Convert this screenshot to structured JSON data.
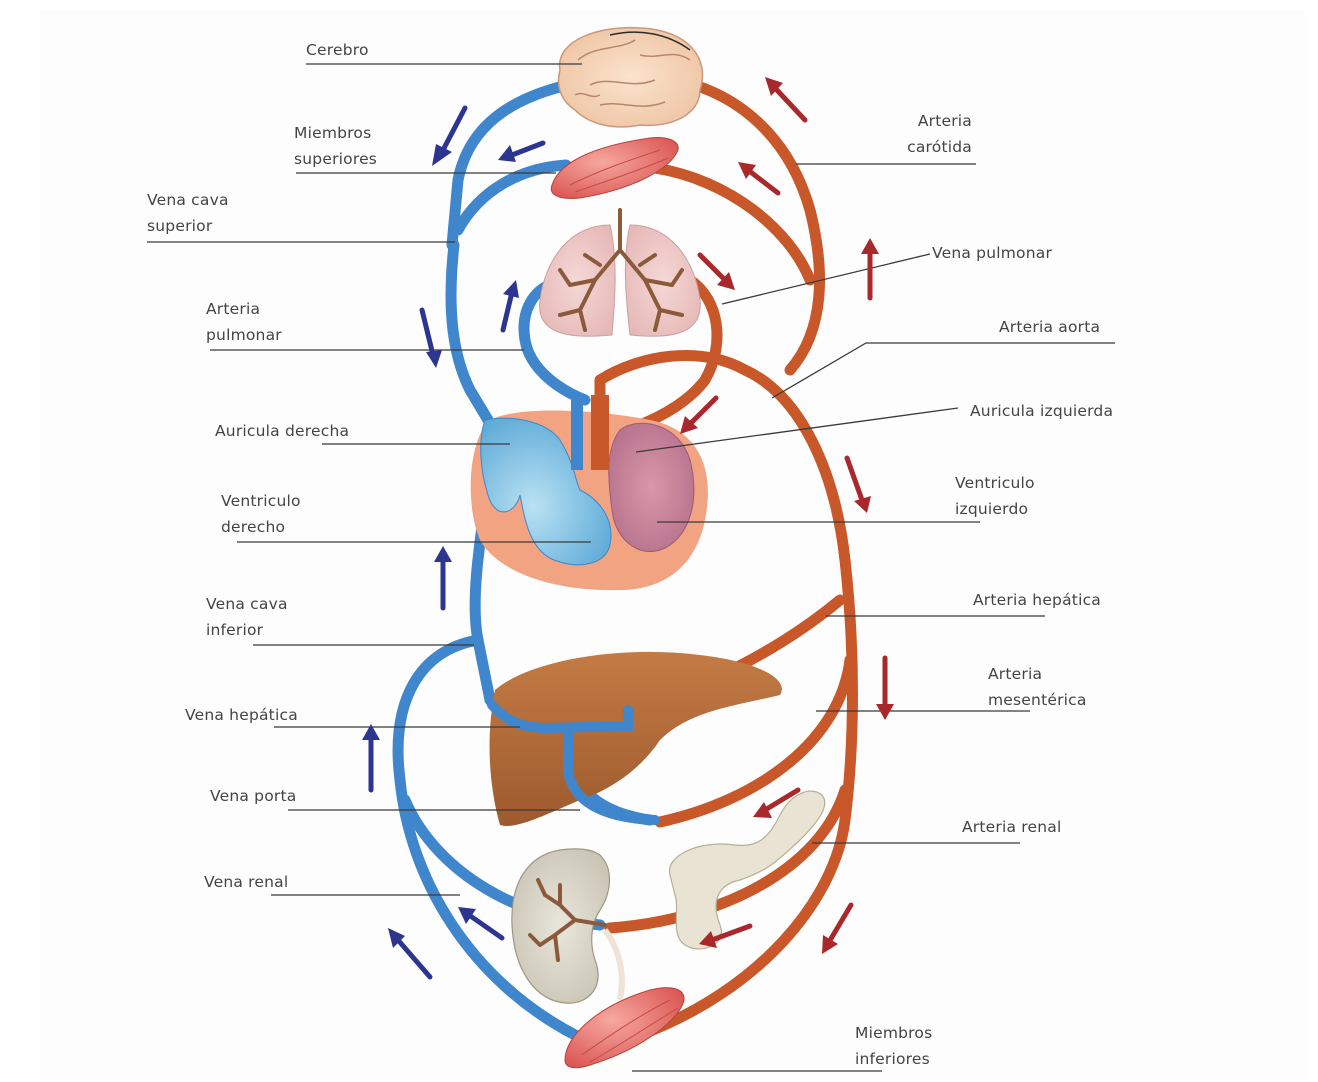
{
  "labels": {
    "cerebro": [
      "Cerebro"
    ],
    "miembros_superiores": [
      "Miembros",
      "superiores"
    ],
    "vena_cava_superior": [
      "Vena cava",
      "superior"
    ],
    "arteria_pulmonar": [
      "Arteria",
      "pulmonar"
    ],
    "auricula_derecha": [
      "Auricula derecha"
    ],
    "ventriculo_derecho": [
      "Ventriculo",
      "derecho"
    ],
    "vena_cava_inferior": [
      "Vena cava",
      "inferior"
    ],
    "vena_hepatica": [
      "Vena hepática"
    ],
    "vena_porta": [
      "Vena porta"
    ],
    "vena_renal": [
      "Vena renal"
    ],
    "arteria_carotida": [
      "Arteria",
      "carótida"
    ],
    "vena_pulmonar": [
      "Vena pulmonar"
    ],
    "arteria_aorta": [
      "Arteria aorta"
    ],
    "auricula_izquierda": [
      "Auricula izquierda"
    ],
    "ventriculo_izquierdo": [
      "Ventriculo",
      "izquierdo"
    ],
    "arteria_hepatica": [
      "Arteria hepática"
    ],
    "arteria_mesenterica": [
      "Arteria",
      "mesentérica"
    ],
    "arteria_renal": [
      "Arteria renal"
    ],
    "miembros_inferiores": [
      "Miembros",
      "inferiores"
    ]
  },
  "colors": {
    "vein": "#3f86cc",
    "artery": "#c8572a",
    "vein_arrow": "#2c3590",
    "artery_arrow": "#a8282c",
    "leader_line": "#3a3a3a",
    "heart_outer": "#f2a482",
    "liver": "#b06a3a"
  }
}
